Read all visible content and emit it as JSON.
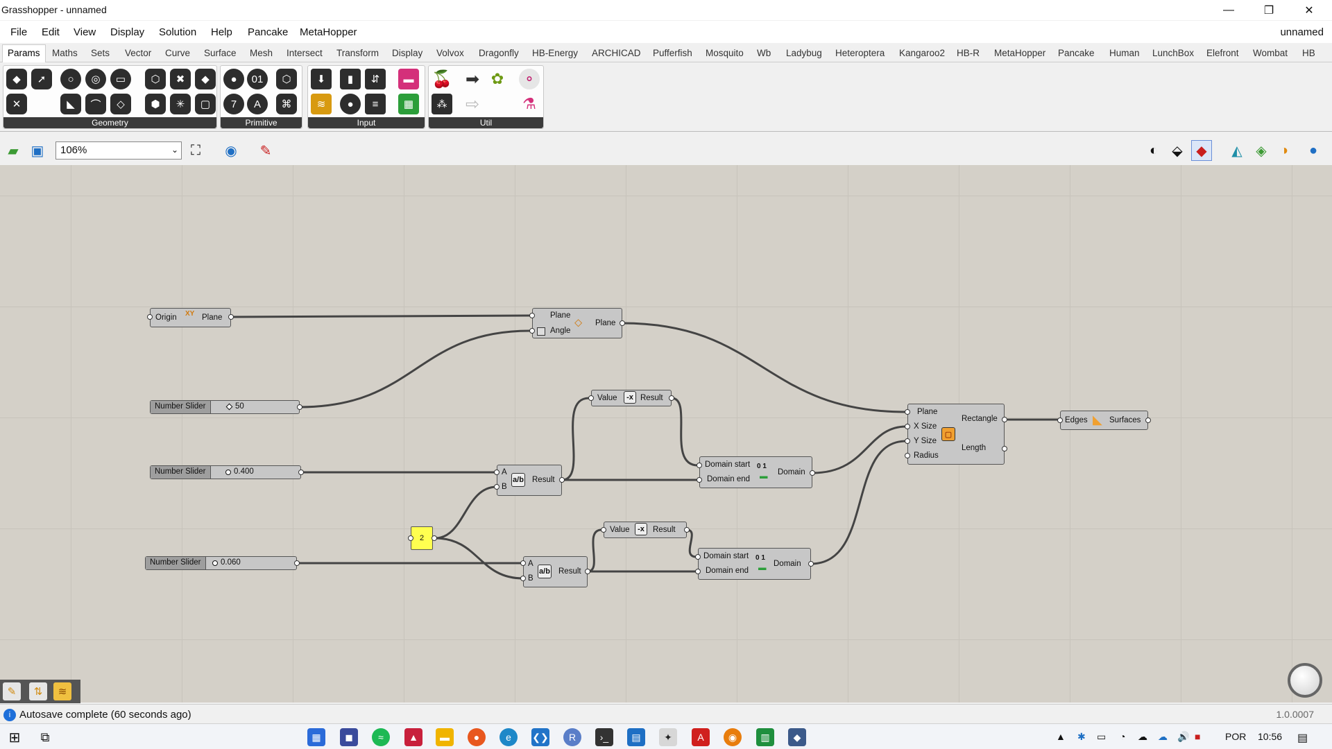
{
  "window": {
    "title": "Grasshopper - unnamed",
    "minimize": "—",
    "restore": "❐",
    "close": "✕"
  },
  "menu": {
    "items": [
      "File",
      "Edit",
      "View",
      "Display",
      "Solution",
      "Help",
      "Pancake",
      "MetaHopper"
    ],
    "document": "unnamed"
  },
  "tabs": [
    "Params",
    "Maths",
    "Sets",
    "Vector",
    "Curve",
    "Surface",
    "Mesh",
    "Intersect",
    "Transform",
    "Display",
    "Volvox",
    "Dragonfly",
    "HB-Energy",
    "ARCHICAD",
    "Pufferfish",
    "Mosquito",
    "Wb",
    "Ladybug",
    "Heteroptera",
    "Kangaroo2",
    "HB-R",
    "MetaHopper",
    "Pancake",
    "Human",
    "LunchBox",
    "Elefront",
    "Wombat",
    "HB"
  ],
  "ribbon": {
    "panels": [
      "Geometry",
      "Primitive",
      "Input",
      "Util"
    ]
  },
  "toolbar": {
    "zoom": "106%"
  },
  "canvas": {
    "xy_plane": {
      "input": "Origin",
      "icon": "XY",
      "output": "Plane"
    },
    "rotate": {
      "inputs": [
        "Plane",
        "Angle"
      ],
      "output": "Plane"
    },
    "slider1": {
      "label": "Number Slider",
      "value": "50"
    },
    "slider2": {
      "label": "Number Slider",
      "value": "0.400"
    },
    "slider3": {
      "label": "Number Slider",
      "value": "0.060"
    },
    "negative1": {
      "input": "Value",
      "output": "Result"
    },
    "negative2": {
      "input": "Value",
      "output": "Result"
    },
    "division1": {
      "inputs": [
        "A",
        "B"
      ],
      "output": "Result"
    },
    "division2": {
      "inputs": [
        "A",
        "B"
      ],
      "output": "Result"
    },
    "panel": {
      "value": "2"
    },
    "domain1": {
      "inputs": [
        "Domain start",
        "Domain end"
      ],
      "icon": "0 1",
      "output": "Domain"
    },
    "domain2": {
      "inputs": [
        "Domain start",
        "Domain end"
      ],
      "icon": "0 1",
      "output": "Domain"
    },
    "rectangle": {
      "inputs": [
        "Plane",
        "X Size",
        "Y Size",
        "Radius"
      ],
      "outputs": [
        "Rectangle",
        "Length"
      ]
    },
    "boundary": {
      "input": "Edges",
      "output": "Surfaces"
    }
  },
  "status": {
    "message": "Autosave complete (60 seconds ago)",
    "version": "1.0.0007"
  },
  "tray": {
    "language": "POR",
    "time": "10:56"
  }
}
